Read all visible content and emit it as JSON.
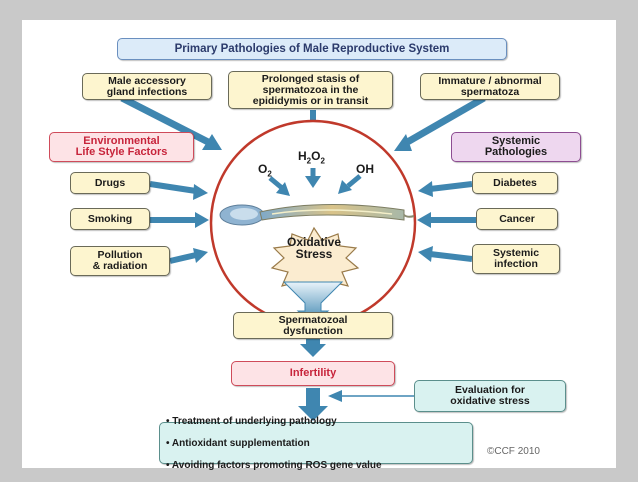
{
  "title": "Primary Pathologies of Male Reproductive System",
  "primary_causes": [
    "Male accessory\ngland infections",
    "Prolonged stasis of\nspermatozoa in the\nepididymis or in transit",
    "Immature / abnormal\nspermatoza"
  ],
  "environmental": {
    "header": "Environmental\nLife Style Factors",
    "items": [
      "Drugs",
      "Smoking",
      "Pollution\n& radiation"
    ]
  },
  "systemic": {
    "header": "Systemic\nPathologies",
    "items": [
      "Diabetes",
      "Cancer",
      "Systemic\ninfection"
    ]
  },
  "ros": {
    "o2": "O",
    "o2_sub": "2",
    "h": "H",
    "h_sub": "2",
    "o": "O",
    "o_sub": "2",
    "oh": "OH"
  },
  "center_label": "Oxidative\nStress",
  "dysfunction": "Spermatozoal\ndysfunction",
  "infertility": "Infertility",
  "evaluation": "Evaluation for\noxidative stress",
  "treatments": [
    "Treatment of underlying pathology",
    "Antioxidant supplementation",
    "Avoiding factors promoting ROS gene value"
  ],
  "copyright": "©CCF 2010",
  "colors": {
    "arrow": "#3f86b0",
    "circle_border": "#c0392b",
    "box_yellow": "#fdf5cf",
    "box_blue": "#dcebf9",
    "box_pink": "#fde3e6",
    "box_purple": "#eed7ef",
    "box_teal": "#d9f2f0"
  }
}
